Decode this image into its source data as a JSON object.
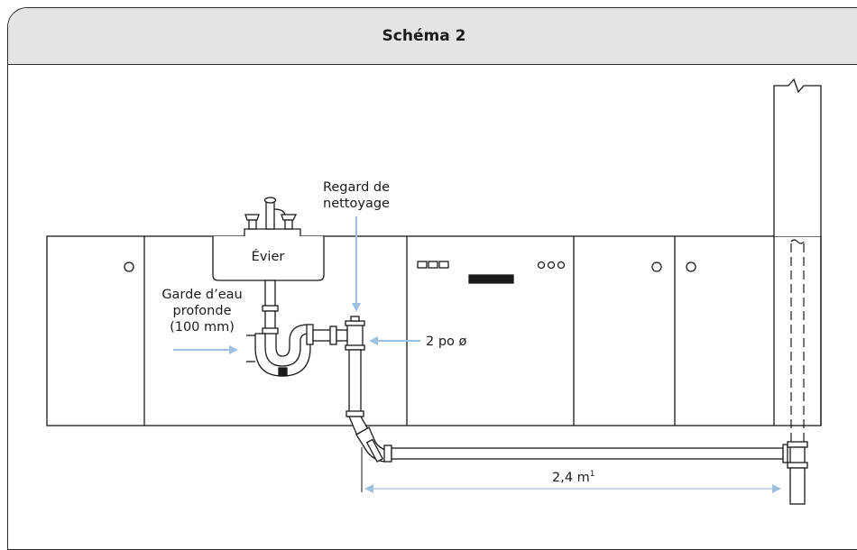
{
  "header": {
    "title": "Schéma 2"
  },
  "labels": {
    "sink": "Évier",
    "cleanout_line1": "Regard de",
    "cleanout_line2": "nettoyage",
    "trap_line1": "Garde d’eau",
    "trap_line2": "profonde",
    "trap_line3": "(100 mm)",
    "pipe_size": "2 po ø",
    "distance_value": "2,4 m",
    "distance_footnote": "1"
  },
  "colors": {
    "outline": "#1a1a1a",
    "callout_arrow": "#9dbfe0",
    "header_bg": "#e4e4e4"
  },
  "icons": {
    "faucet": "faucet-icon",
    "knob": "cabinet-knob-icon",
    "dishwasher_buttons": "dishwasher-button-icon"
  }
}
